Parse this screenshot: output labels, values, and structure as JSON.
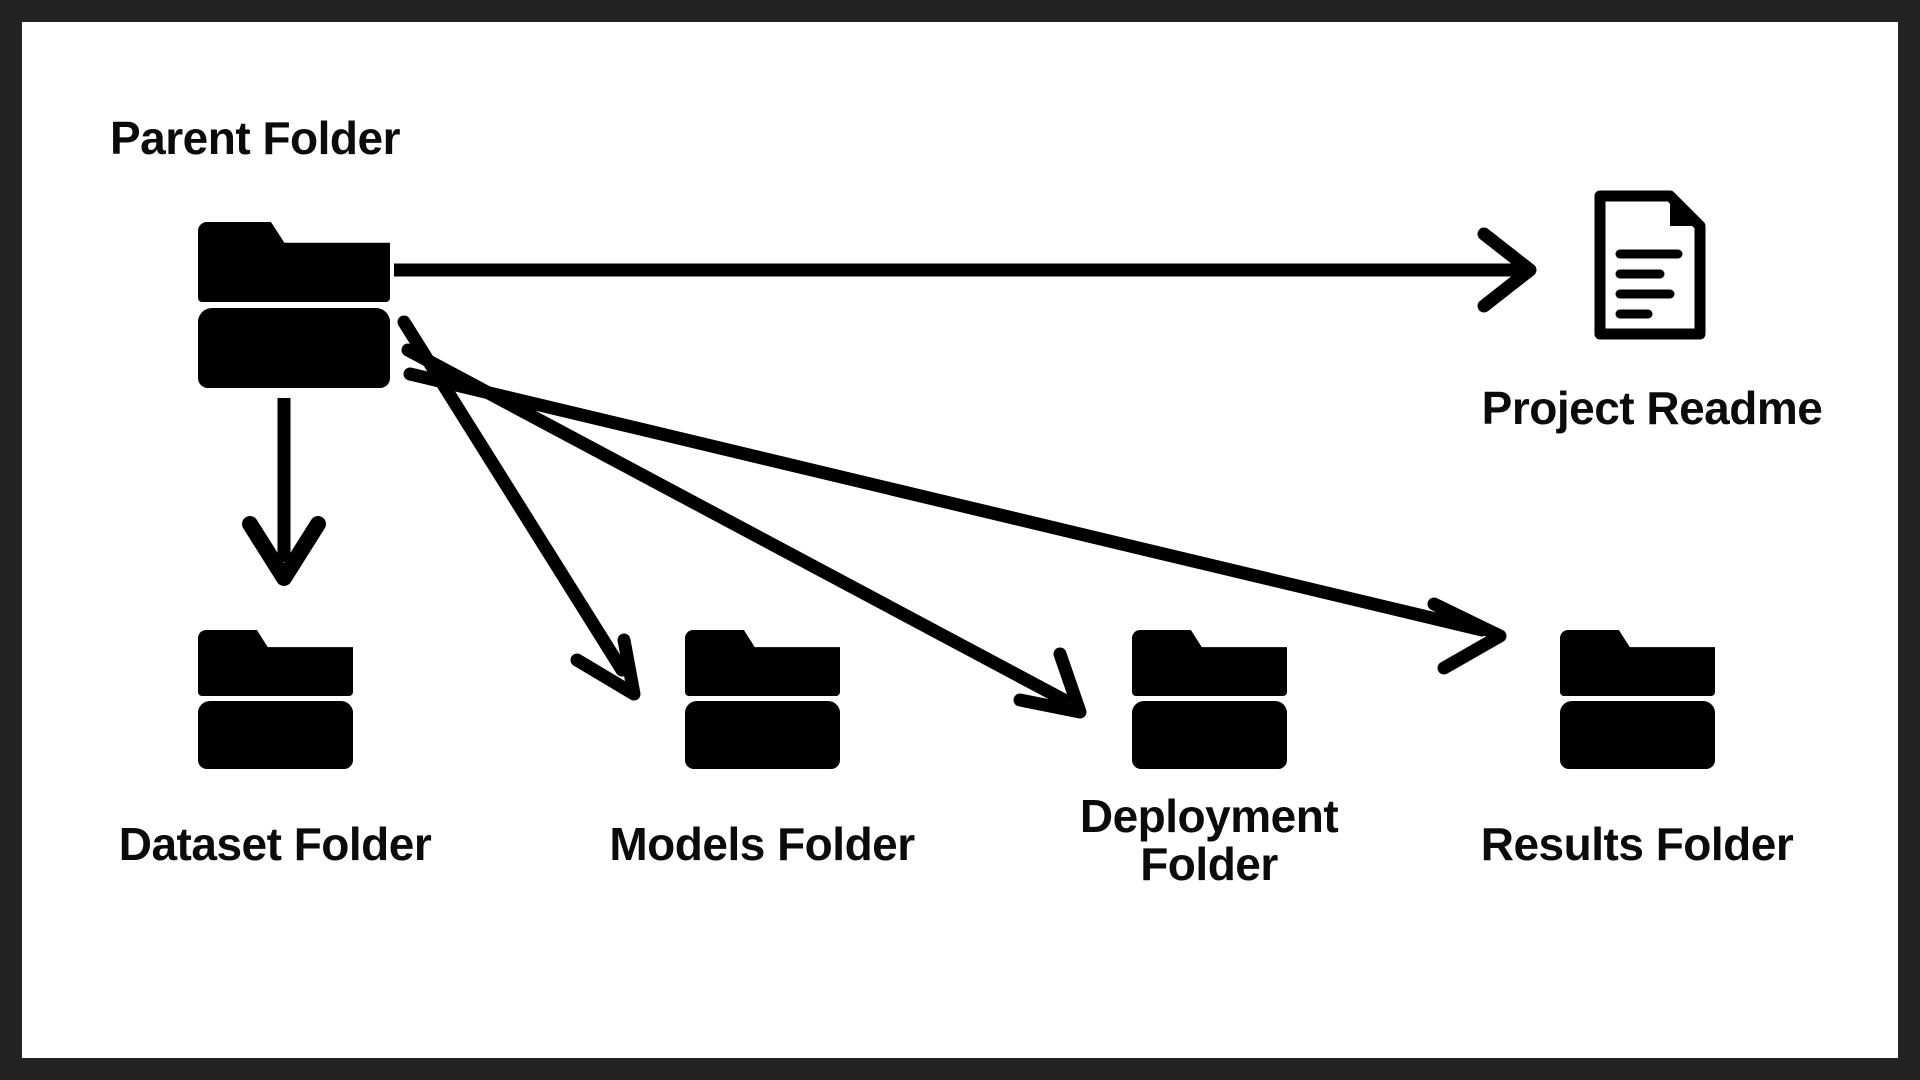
{
  "diagram": {
    "title_label": "Parent Folder",
    "background_color": "#ffffff",
    "frame_color": "#222222",
    "ink_color": "#000000",
    "nodes": [
      {
        "id": "parent-folder",
        "icon": "folder-icon",
        "label": "Parent Folder",
        "label_position": "above"
      },
      {
        "id": "project-readme",
        "icon": "document-icon",
        "label": "Project Readme",
        "label_position": "below"
      },
      {
        "id": "dataset-folder",
        "icon": "folder-icon",
        "label": "Dataset Folder",
        "label_position": "below"
      },
      {
        "id": "models-folder",
        "icon": "folder-icon",
        "label": "Models Folder",
        "label_position": "below"
      },
      {
        "id": "deployment-folder",
        "icon": "folder-icon",
        "label": "Deployment\nFolder",
        "label_position": "below"
      },
      {
        "id": "results-folder",
        "icon": "folder-icon",
        "label": "Results Folder",
        "label_position": "below"
      }
    ],
    "edges": [
      {
        "from": "parent-folder",
        "to": "project-readme",
        "style": "arrow"
      },
      {
        "from": "parent-folder",
        "to": "dataset-folder",
        "style": "arrow"
      },
      {
        "from": "parent-folder",
        "to": "models-folder",
        "style": "arrow"
      },
      {
        "from": "parent-folder",
        "to": "deployment-folder",
        "style": "arrow"
      },
      {
        "from": "parent-folder",
        "to": "results-folder",
        "style": "arrow"
      }
    ]
  }
}
